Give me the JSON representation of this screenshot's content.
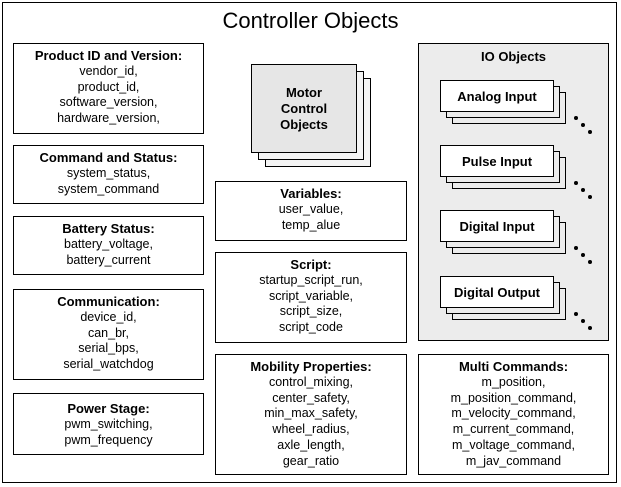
{
  "title": "Controller Objects",
  "left_boxes": [
    {
      "heading": "Product ID and Version:",
      "items": [
        "vendor_id,",
        "product_id,",
        "software_version,",
        "hardware_version,"
      ]
    },
    {
      "heading": "Command and Status:",
      "items": [
        "system_status,",
        "system_command"
      ]
    },
    {
      "heading": "Battery Status:",
      "items": [
        "battery_voltage,",
        "battery_current"
      ]
    },
    {
      "heading": "Communication:",
      "items": [
        "device_id,",
        "can_br,",
        "serial_bps,",
        "serial_watchdog"
      ]
    },
    {
      "heading": "Power Stage:",
      "items": [
        "pwm_switching,",
        "pwm_frequency"
      ]
    }
  ],
  "motor": {
    "lines": [
      "Motor",
      "Control",
      "Objects"
    ]
  },
  "middle_boxes": [
    {
      "heading": "Variables:",
      "items": [
        "user_value,",
        "temp_alue"
      ]
    },
    {
      "heading": "Script:",
      "items": [
        "startup_script_run,",
        "script_variable,",
        "script_size,",
        "script_code"
      ]
    },
    {
      "heading": "Mobility Properties:",
      "items": [
        "control_mixing,",
        "center_safety,",
        "min_max_safety,",
        "wheel_radius,",
        "axle_length,",
        "gear_ratio"
      ]
    }
  ],
  "io": {
    "title": "IO Objects",
    "items": [
      "Analog Input",
      "Pulse Input",
      "Digital Input",
      "Digital Output"
    ]
  },
  "multi": {
    "heading": "Multi Commands:",
    "items": [
      "m_position,",
      "m_position_command,",
      "m_velocity_command,",
      "m_current_command,",
      "m_voltage_command,",
      "m_jav_command"
    ]
  }
}
